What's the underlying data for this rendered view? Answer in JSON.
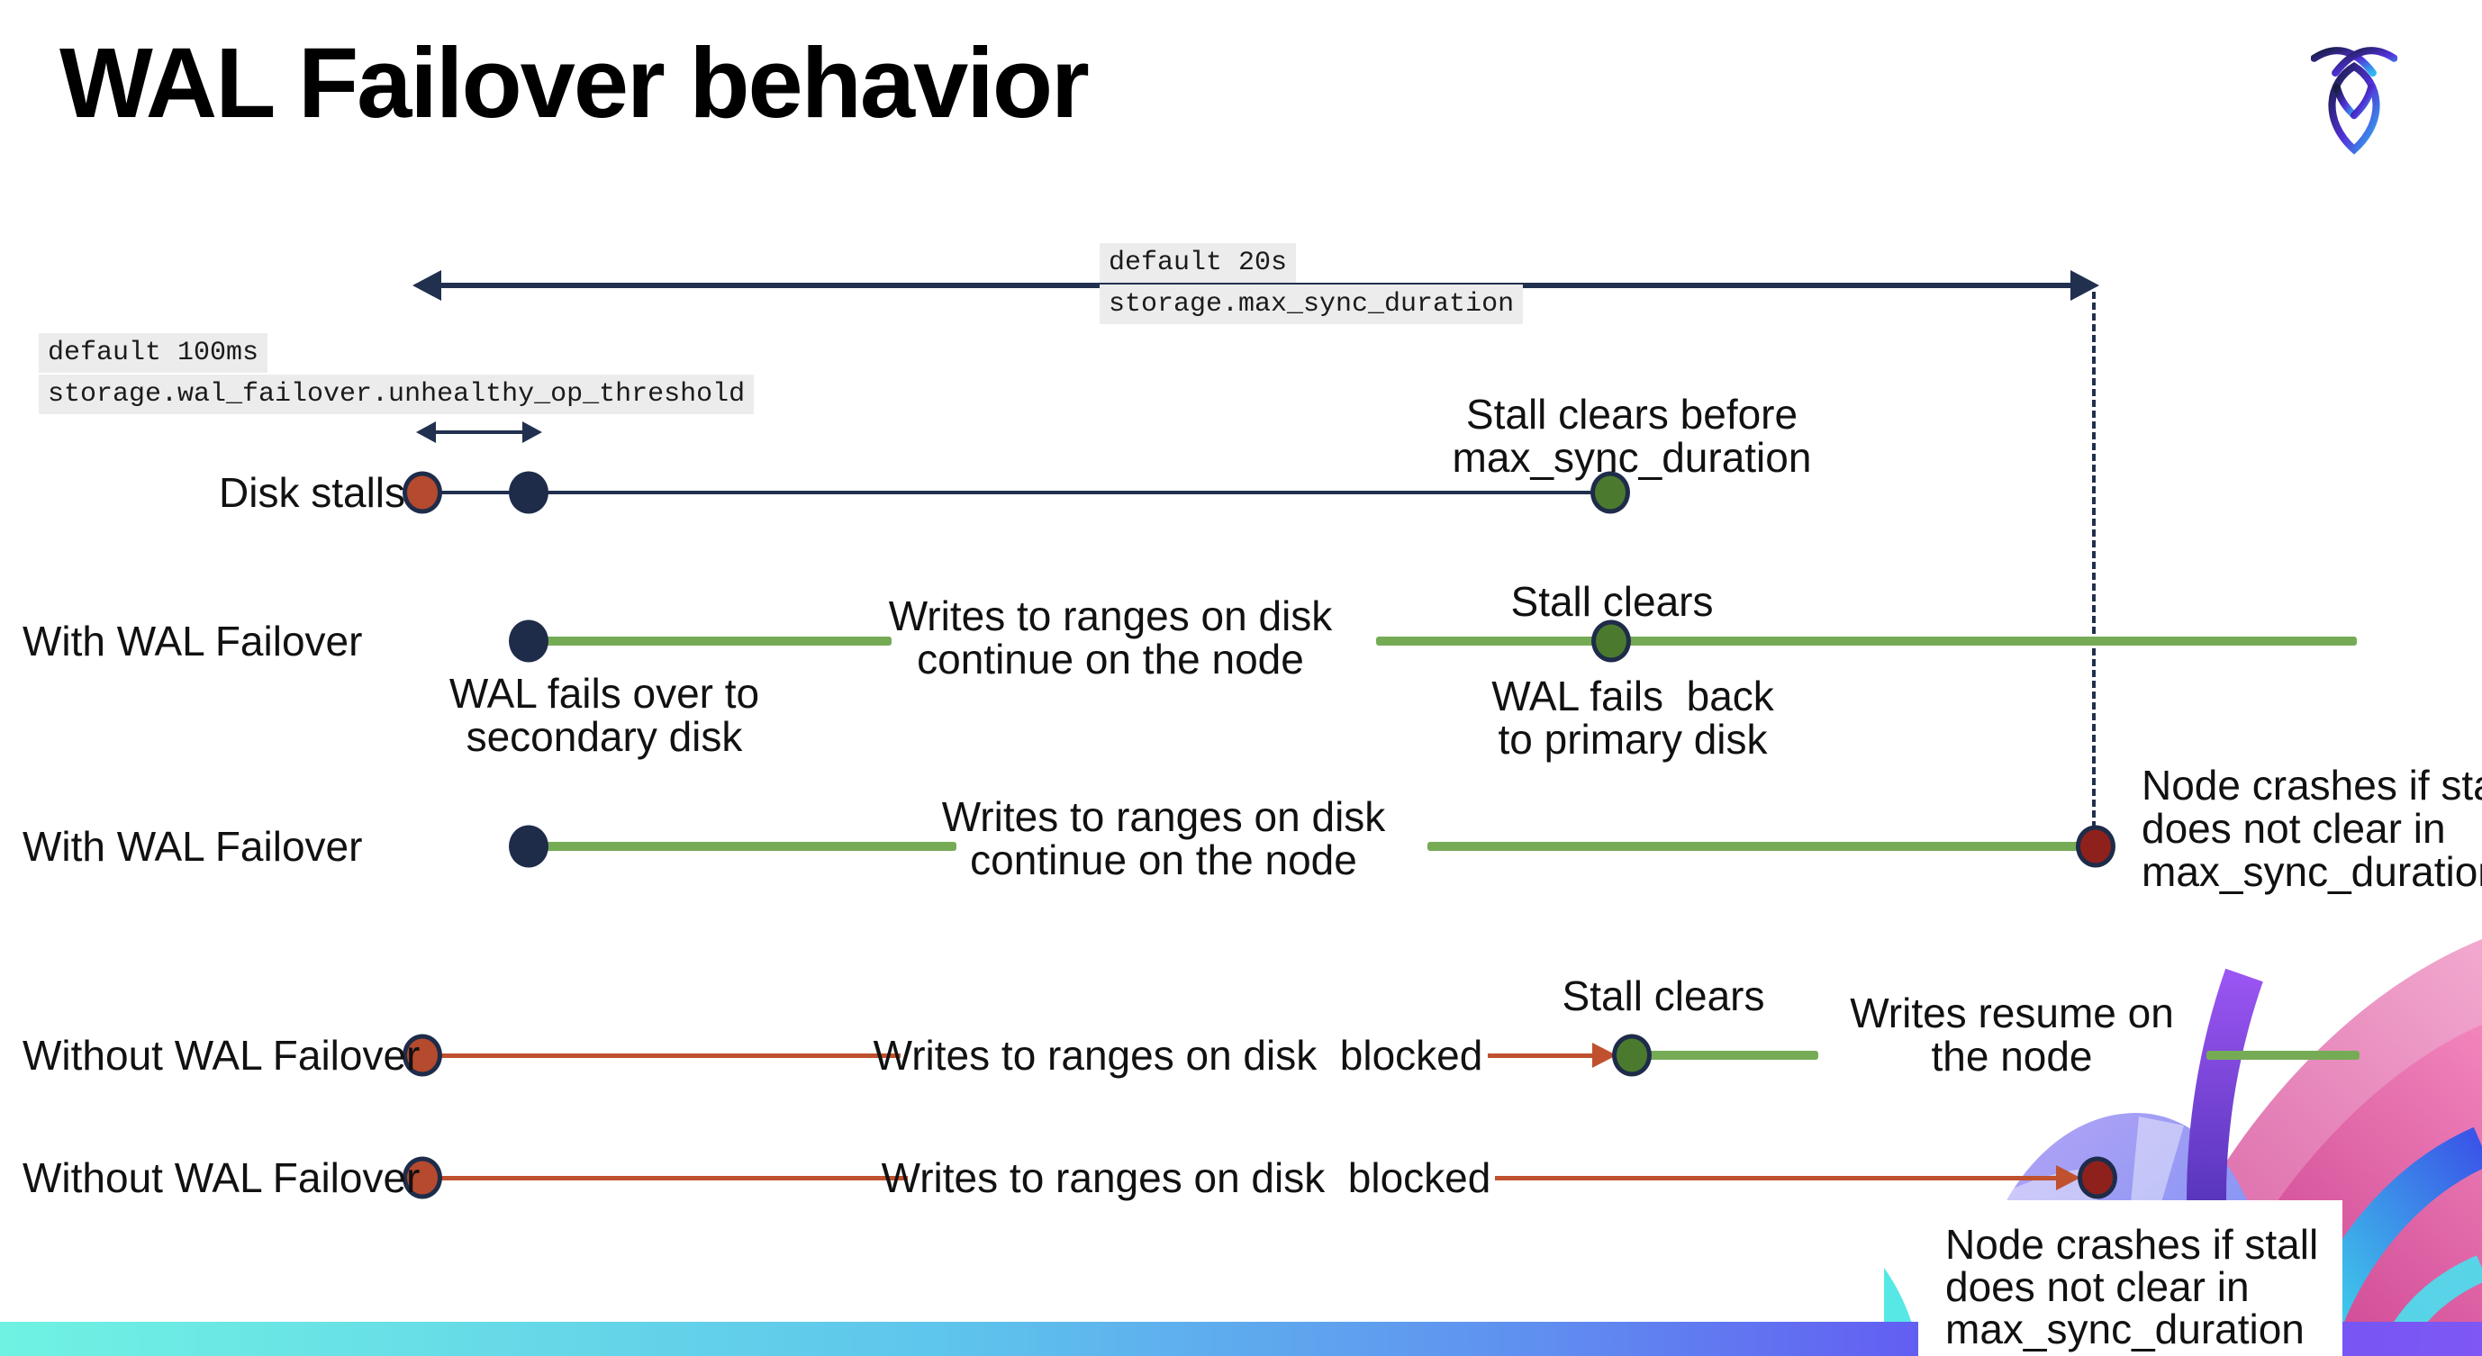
{
  "title": "WAL Failover behavior",
  "colors": {
    "navy": "#22304f",
    "green_line": "#76ab56",
    "green_dot": "#4b7a2e",
    "red_line": "#c0512f",
    "red_dot": "#b64a2e",
    "dark_red_dot": "#8e211c",
    "code_background": "#ececec",
    "bottom_bar_gradient": [
      "#6ff2e2",
      "#5ec5ec",
      "#6355f2"
    ]
  },
  "code_labels": {
    "max_sync": {
      "line1": "default 20s",
      "line2": "storage.max_sync_duration"
    },
    "threshold": {
      "line1": "default 100ms",
      "line2": "storage.wal_failover.unhealthy_op_threshold"
    }
  },
  "rows": [
    {
      "label": "Disk stalls"
    },
    {
      "label": "With WAL Failover"
    },
    {
      "label": "With WAL Failover"
    },
    {
      "label": "Without WAL Failover"
    },
    {
      "label": "Without WAL Failover"
    }
  ],
  "annotations": {
    "stall_clears_before": {
      "line1": "Stall clears before",
      "line2": "max_sync_duration"
    },
    "stall_clears": "Stall clears",
    "writes_continue": {
      "line1": "Writes to ranges on disk",
      "line2": "continue on the node"
    },
    "wal_fails_over": {
      "line1": "WAL fails over to",
      "line2": "secondary disk"
    },
    "wal_fails_back": {
      "line1": "WAL fails  back",
      "line2": "to primary disk"
    },
    "node_crashes": {
      "line1": "Node crashes if stall",
      "line2": "does not clear in",
      "line3": "max_sync_duration"
    },
    "writes_blocked": "Writes to ranges on disk  blocked",
    "writes_resume": {
      "line1": "Writes resume on",
      "line2": "the node"
    }
  }
}
